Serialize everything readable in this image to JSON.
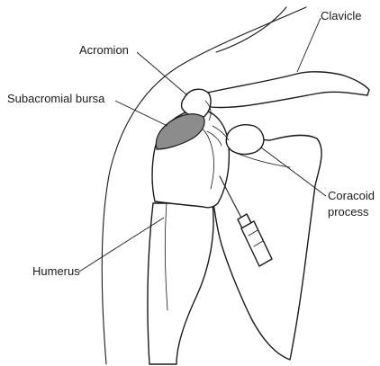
{
  "labels": {
    "clavicle": "Clavicle",
    "acromion": "Acromion",
    "subacromial_bursa": "Subacromial bursa",
    "coracoid_line1": "Coracoid",
    "coracoid_line2": "process",
    "humerus": "Humerus"
  },
  "colors": {
    "line": "#1a1a1a",
    "bursa_fill": "#8c8c8c",
    "background": "#ffffff"
  }
}
